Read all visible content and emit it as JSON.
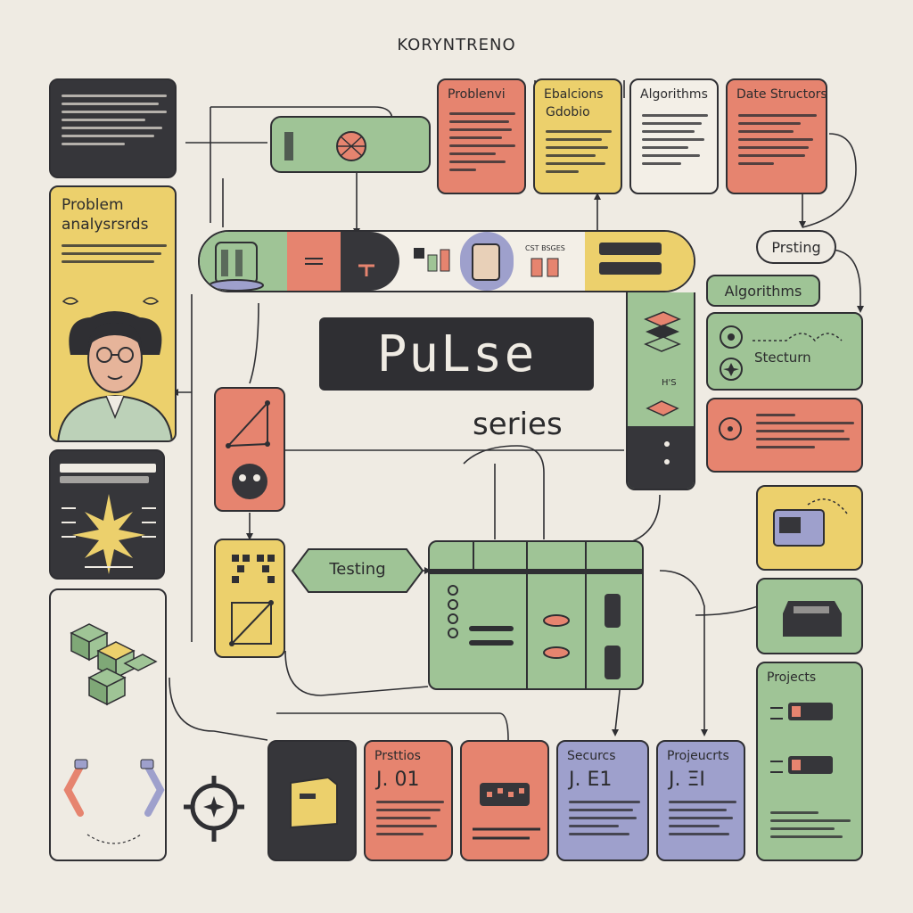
{
  "header": {
    "title": "KORYNTRENO"
  },
  "center": {
    "title": "PuLse",
    "subtitle": "series"
  },
  "cards": {
    "problem_top": {
      "title": "Problenvi"
    },
    "ebalcions": {
      "title": "Ebalcions",
      "subtitle": "Gdobio"
    },
    "algorithms_top": {
      "title": "Algorithms"
    },
    "data_structures": {
      "title": "Date Structors"
    },
    "problem_analysis": {
      "title": "Problem",
      "subtitle": "analysrsrds"
    },
    "prsting": {
      "title": "Prsting"
    },
    "algorithms_pill": {
      "title": "Algorithms"
    },
    "stecturn": {
      "title": "Stecturn"
    },
    "testing": {
      "title": "Testing"
    },
    "projects_side": {
      "title": "Projects"
    },
    "prsttios": {
      "title": "Prsttios",
      "number": "J. 01"
    },
    "securcs": {
      "title": "Securcs",
      "number": "J. E1"
    },
    "projeucts": {
      "title": "Projeucrts",
      "number": "J. ΞI"
    },
    "strip_label": {
      "title": "CST BSGES"
    },
    "hs_label": {
      "title": "H'S"
    }
  },
  "colors": {
    "coral": "#e6846f",
    "yellow": "#ecd06c",
    "green": "#9fc496",
    "purple": "#9ea0cc",
    "dark": "#36363a",
    "background": "#efebe3"
  }
}
